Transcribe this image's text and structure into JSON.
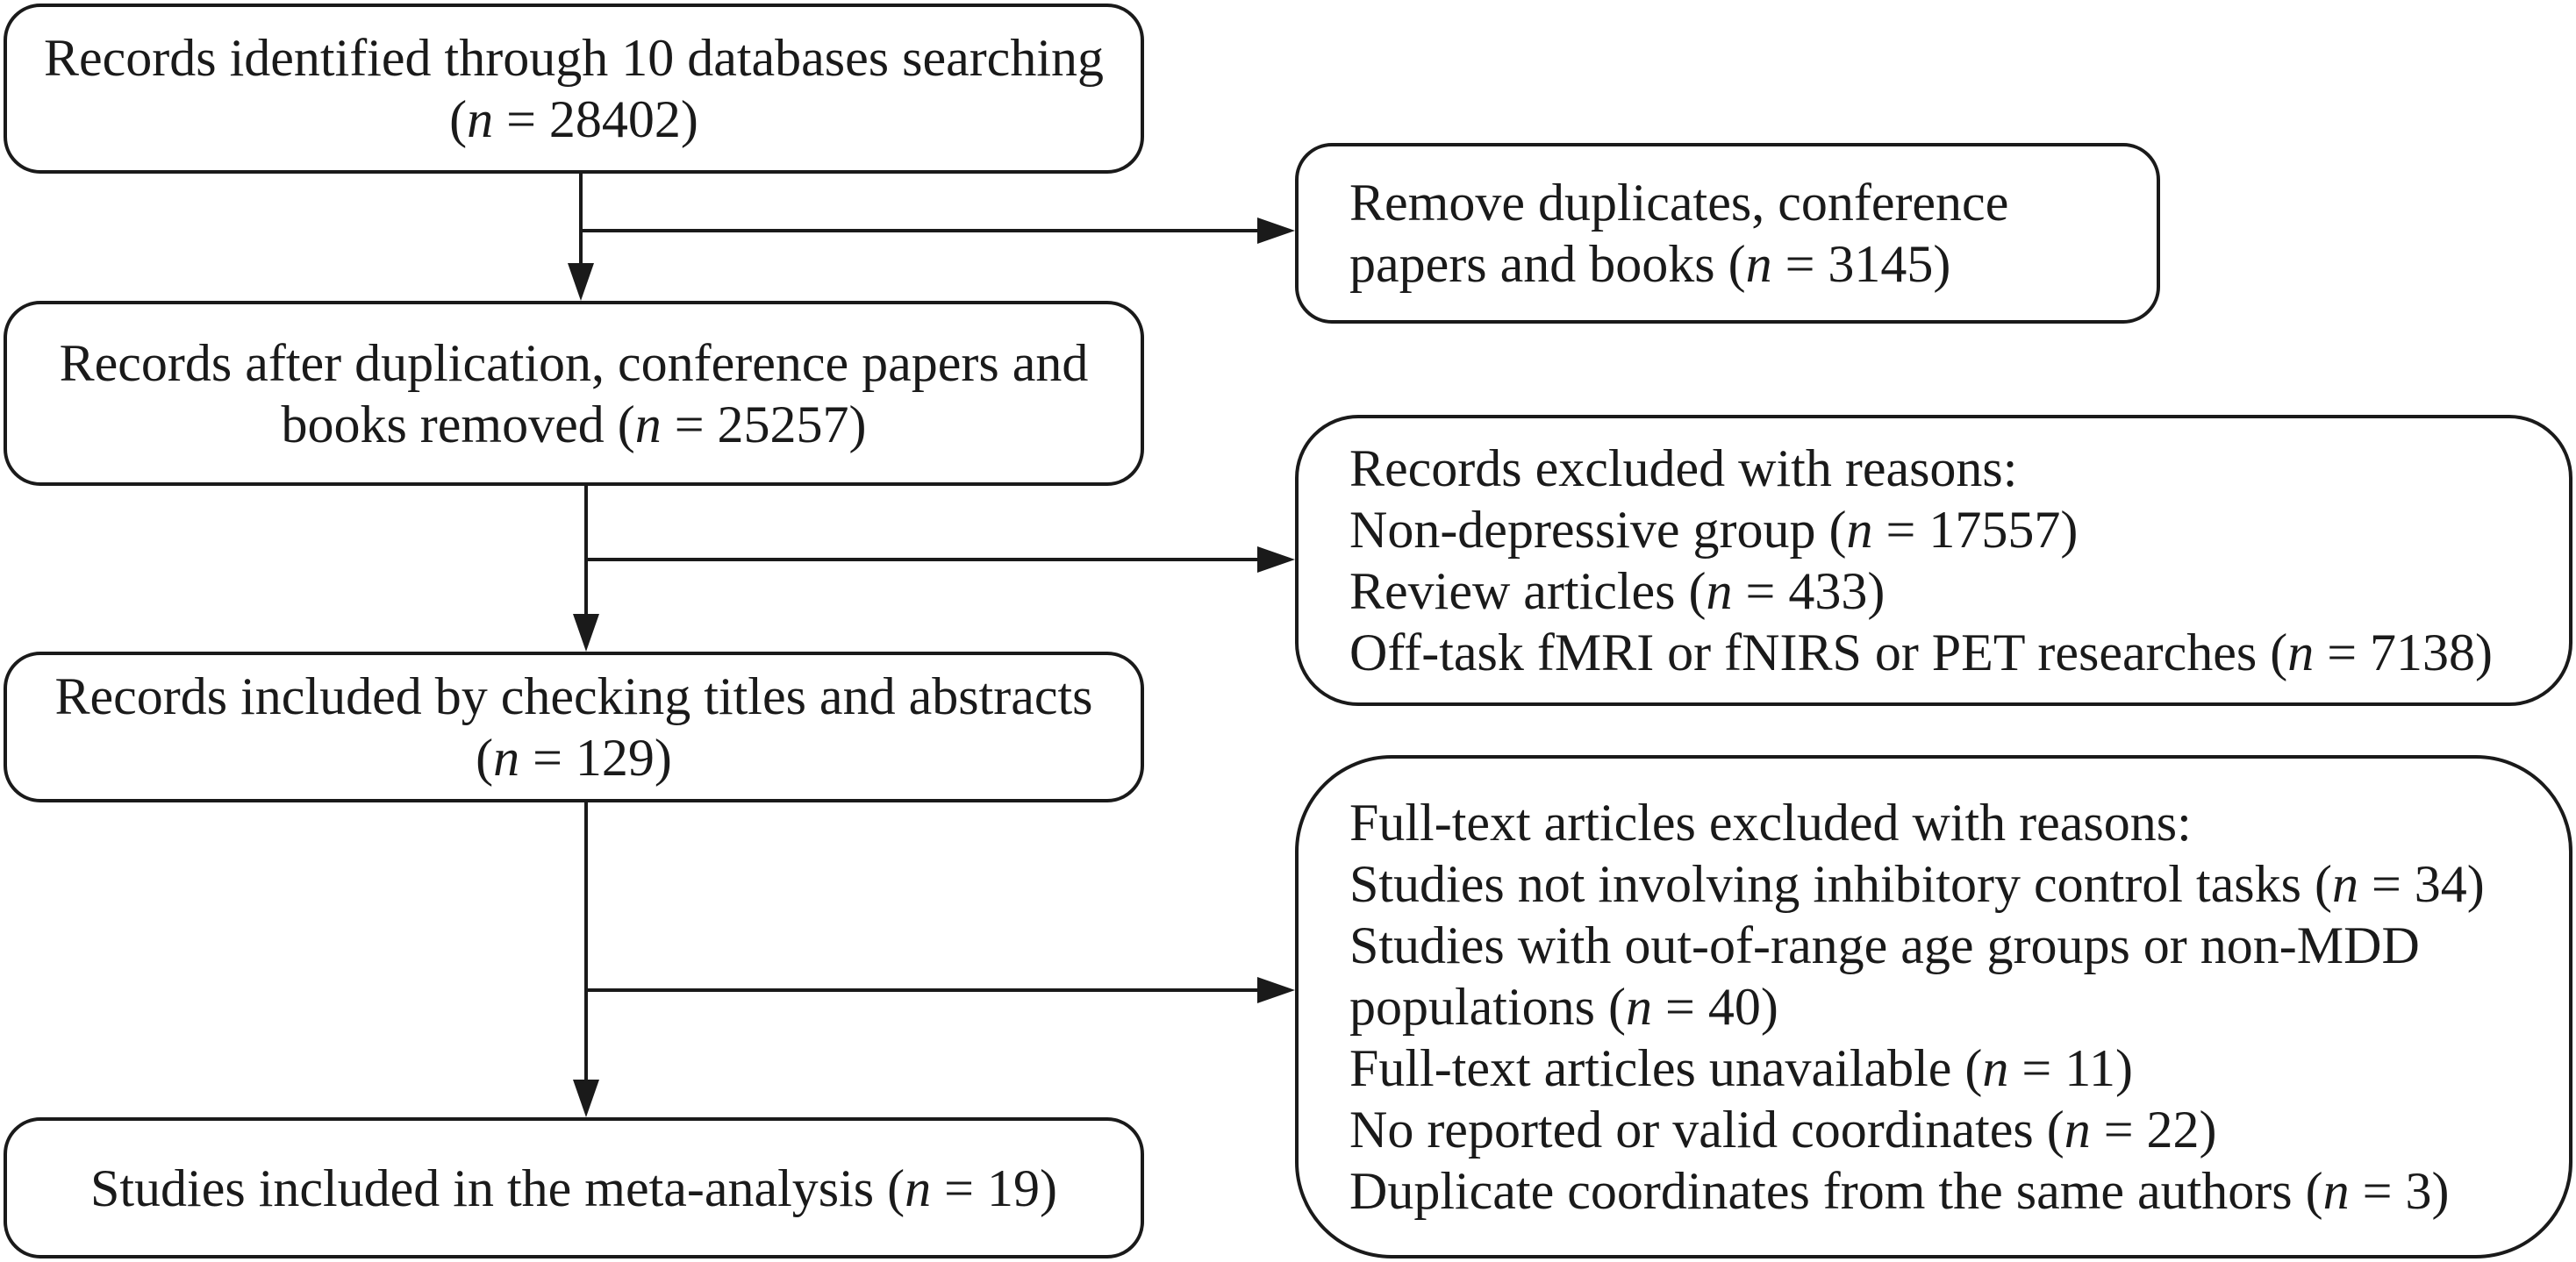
{
  "flow": {
    "identified": {
      "line1": "Records identified through 10 databases searching",
      "line2_pre": "(",
      "n": "n",
      "line2_post": " = 28402)"
    },
    "after_dup": {
      "line1": "Records after duplication, conference papers and",
      "line2_pre": "books removed (",
      "n": "n",
      "line2_post": " = 25257)"
    },
    "screened": {
      "line1": "Records included by checking titles and abstracts",
      "line2_pre": "(",
      "n": "n",
      "line2_post": " = 129)"
    },
    "included": {
      "line1_pre": "Studies included in the meta-analysis (",
      "n": "n",
      "line1_post": " = 19)"
    }
  },
  "exclusions": {
    "duplicates": {
      "line1": "Remove duplicates, conference",
      "line2_pre": "papers and books (",
      "n": "n",
      "line2_post": " = 3145)"
    },
    "records": {
      "heading": "Records excluded with reasons:",
      "items": [
        {
          "pre": "Non-depressive group (",
          "n": "n",
          "post": " = 17557)"
        },
        {
          "pre": "Review articles (",
          "n": "n",
          "post": " = 433)"
        },
        {
          "pre": "Off-task fMRI or fNIRS or PET researches (",
          "n": "n",
          "post": " = 7138)"
        }
      ]
    },
    "fulltext": {
      "heading": "Full-text articles excluded with reasons:",
      "item1": {
        "pre": "Studies not involving inhibitory control tasks (",
        "n": "n",
        "post": " = 34)"
      },
      "item2_line1": "Studies with out-of-range age groups or non-MDD",
      "item2_line2": {
        "pre": "populations (",
        "n": "n",
        "post": " = 40)"
      },
      "item3": {
        "pre": "Full-text articles unavailable (",
        "n": "n",
        "post": " = 11)"
      },
      "item4": {
        "pre": "No reported or valid coordinates (",
        "n": "n",
        "post": " = 22)"
      },
      "item5": {
        "pre": "Duplicate coordinates from the same authors (",
        "n": "n",
        "post": " = 3)"
      }
    }
  }
}
